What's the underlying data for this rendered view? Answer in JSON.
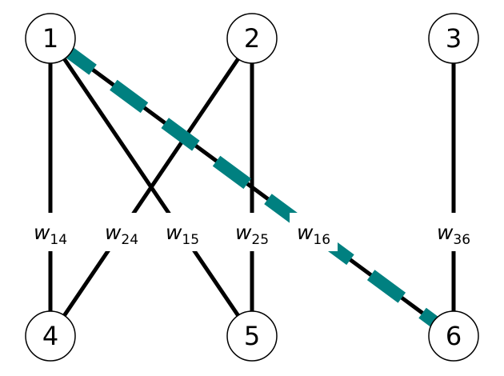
{
  "nodes": [
    {
      "id": "1",
      "label": "1"
    },
    {
      "id": "2",
      "label": "2"
    },
    {
      "id": "3",
      "label": "3"
    },
    {
      "id": "4",
      "label": "4"
    },
    {
      "id": "5",
      "label": "5"
    },
    {
      "id": "6",
      "label": "6"
    }
  ],
  "edges": [
    {
      "from": "1",
      "to": "4",
      "weight": "w",
      "sub": "14",
      "highlighted": false
    },
    {
      "from": "2",
      "to": "4",
      "weight": "w",
      "sub": "24",
      "highlighted": false
    },
    {
      "from": "1",
      "to": "5",
      "weight": "w",
      "sub": "15",
      "highlighted": false
    },
    {
      "from": "2",
      "to": "5",
      "weight": "w",
      "sub": "25",
      "highlighted": false
    },
    {
      "from": "1",
      "to": "6",
      "weight": "w",
      "sub": "16",
      "highlighted": true
    },
    {
      "from": "3",
      "to": "6",
      "weight": "w",
      "sub": "36",
      "highlighted": false
    }
  ],
  "colors": {
    "edge": "#000000",
    "highlight": "#008080",
    "node_fill": "#ffffff",
    "node_stroke": "#000000"
  }
}
